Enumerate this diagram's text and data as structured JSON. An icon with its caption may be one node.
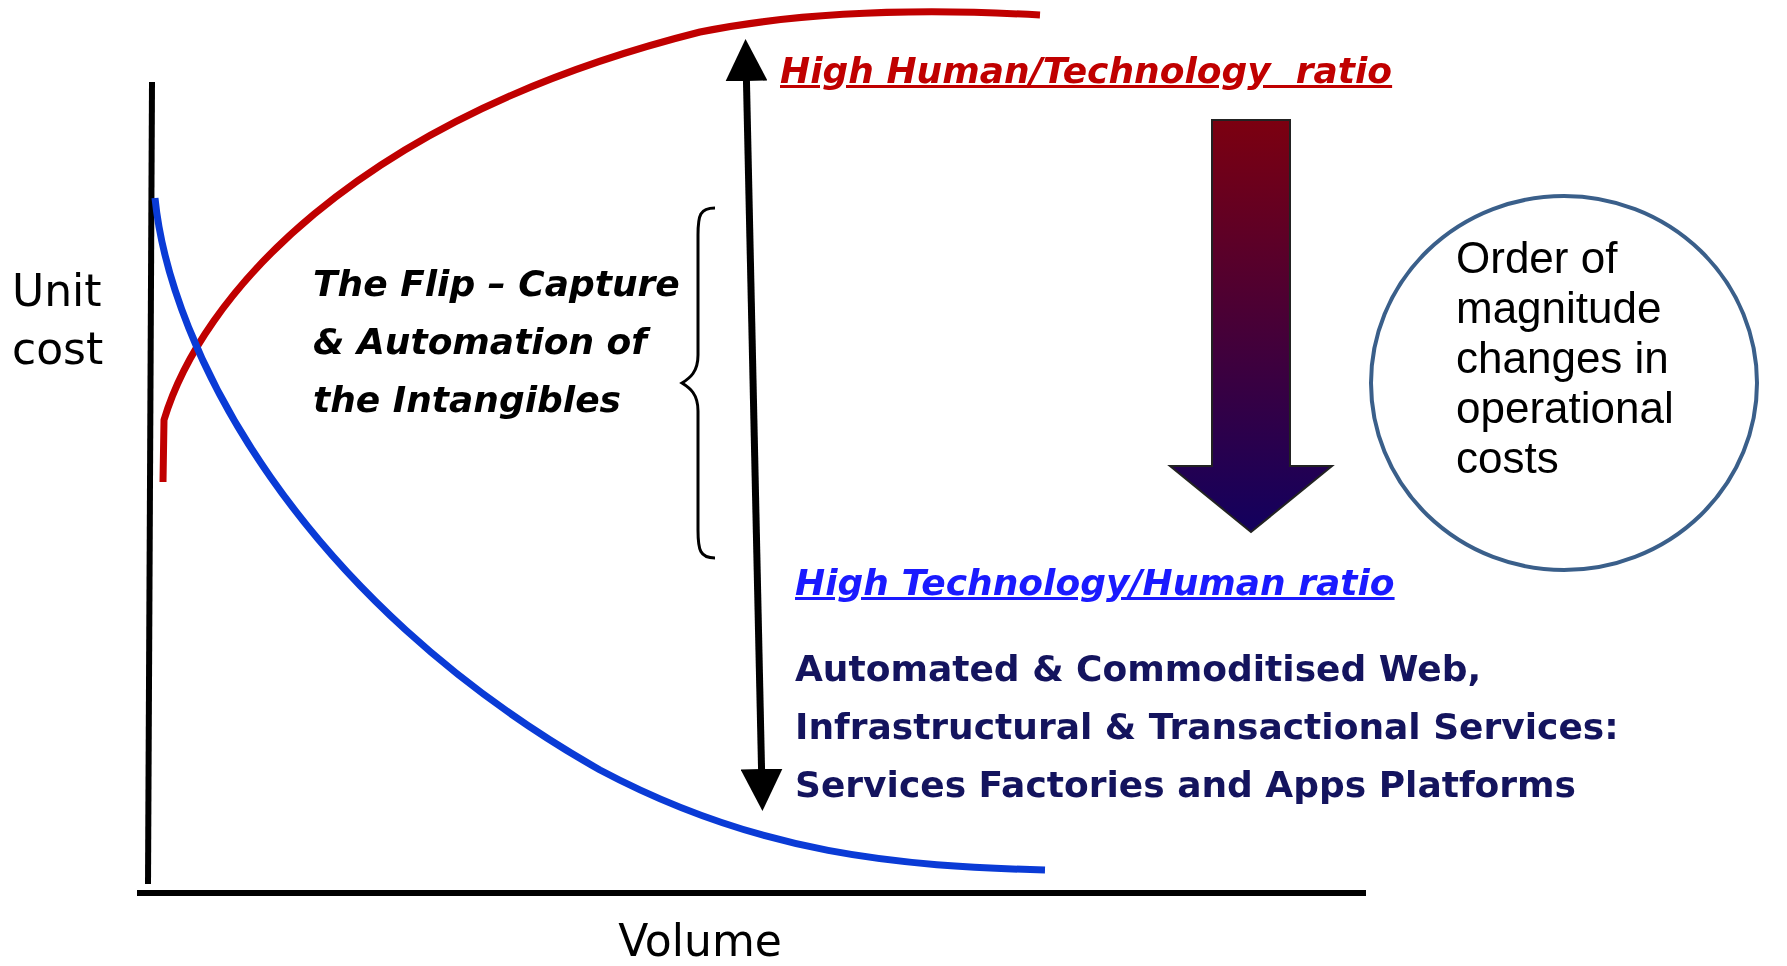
{
  "diagram": {
    "nodes": [
      {
        "text": [
          "High Human/Technology  ratio"
        ]
      },
      {
        "text": [
          "High Technology/Human ratio"
        ]
      },
      {
        "text": [
          "Order of magnitude changes in operational costs"
        ]
      }
    ],
    "edges": [
      {
        "from": 0,
        "to": 1,
        "arrow": "to",
        "style": "thick"
      }
    ],
    "labels": [
      "Unit cost",
      "The Flip – Capture & Automation of the Intangibles",
      "Automated & Commoditised Web, Infrastructural & Transactional Services: Services Factories and Apps Platforms",
      "Volume"
    ]
  }
}
